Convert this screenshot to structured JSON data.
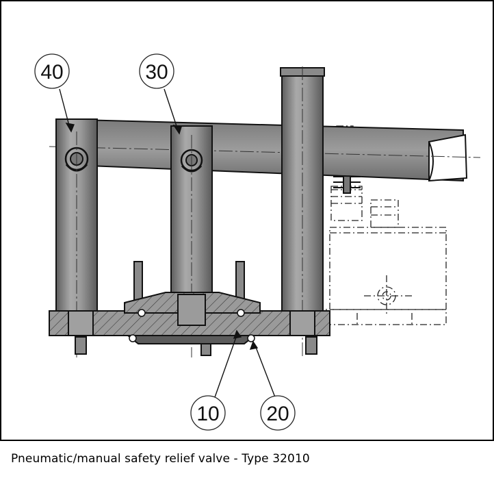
{
  "figure": {
    "caption": "Pneumatic/manual safety relief valve - Type 32010",
    "callouts": [
      {
        "id": "40",
        "label": "40"
      },
      {
        "id": "30",
        "label": "30"
      },
      {
        "id": "10",
        "label": "10"
      },
      {
        "id": "20",
        "label": "20"
      }
    ]
  },
  "colors": {
    "steel": "#8e8e8e",
    "steel_dark": "#6e6e6e",
    "steel_light": "#b3b3b3",
    "line": "#000000"
  }
}
